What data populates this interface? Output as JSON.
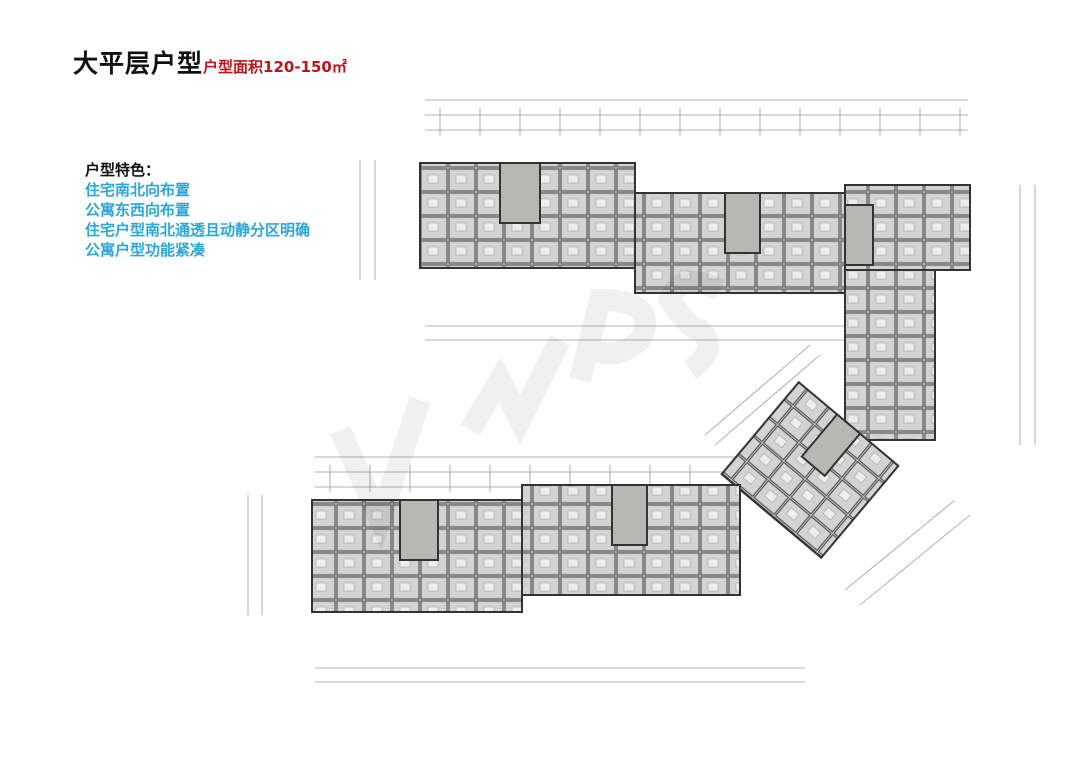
{
  "header": {
    "title": "大平层户型",
    "subtitle": "户型面积120-150㎡"
  },
  "features": {
    "heading": "户型特色：",
    "items": [
      "住宅南北向布置",
      "公寓东西向布置",
      "住宅户型南北通透且动静分区明确",
      "公寓户型功能紧凑"
    ]
  },
  "colors": {
    "title": "#111111",
    "subtitle": "#c0141b",
    "feature_text": "#2aa7d8",
    "wall": "#3a3a3a",
    "room": "#cfcfcb",
    "dimension": "#888888"
  }
}
